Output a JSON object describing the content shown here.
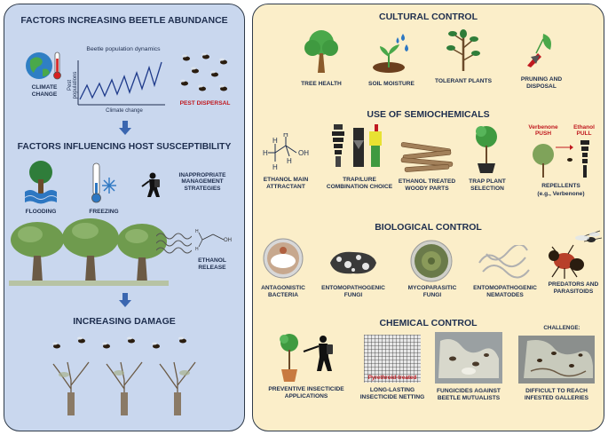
{
  "left": {
    "heading1": "FACTORS INCREASING BEETLE ABUNDANCE",
    "chart_title": "Beetle population dynamics",
    "chart_ylabel": "Pest populations",
    "chart_xlabel": "Climate change",
    "climate_change": "CLIMATE CHANGE",
    "pest_dispersal": "PEST DISPERSAL",
    "heading2": "FACTORS INFLUENCING HOST SUSCEPTIBILITY",
    "flooding": "FLOODING",
    "freezing": "FREEZING",
    "inappropriate": "INAPPROPRIATE MANAGEMENT STRATEGIES",
    "ethanol_release": "ETHANOL RELEASE",
    "heading3": "INCREASING DAMAGE"
  },
  "right": {
    "cultural_heading": "CULTURAL CONTROL",
    "cultural_items": [
      "TREE HEALTH",
      "SOIL MOISTURE",
      "TOLERANT PLANTS",
      "PRUNING AND DISPOSAL"
    ],
    "semio_heading": "USE OF SEMIOCHEMICALS",
    "semio_items": [
      "ETHANOL MAIN ATTRACTANT",
      "TRAP/LURE COMBINATION CHOICE",
      "ETHANOL TREATED WOODY PARTS",
      "TRAP PLANT SELECTION",
      "REPELLENTS",
      "(e.g., Verbenone)"
    ],
    "verbenone_push": "Verbenone PUSH",
    "ethanol_pull": "Ethanol PULL",
    "bio_heading": "BIOLOGICAL CONTROL",
    "bio_items": [
      "ANTAGONISTIC BACTERIA",
      "ENTOMOPATHOGENIC FUNGI",
      "MYCOPARASITIC FUNGI",
      "ENTOMOPATHOGENIC NEMATODES",
      "PREDATORS AND PARASITOIDS"
    ],
    "chem_heading": "CHEMICAL CONTROL",
    "chem_items": [
      "PREVENTIVE INSECTICIDE APPLICATIONS",
      "LONG-LASTING INSECTICIDE NETTING",
      "FUNGICIDES AGAINST BEETLE MUTUALISTS",
      "DIFFICULT TO REACH INFESTED GALLERIES"
    ],
    "pyrethroid": "Pyrethroid-treated",
    "challenge": "CHALLENGE:"
  },
  "colors": {
    "left_bg": "#c9d7ee",
    "right_bg": "#fbeec9",
    "text": "#1e2e4e",
    "accent_red": "#c0191f",
    "arrow_blue": "#3a66b0"
  }
}
